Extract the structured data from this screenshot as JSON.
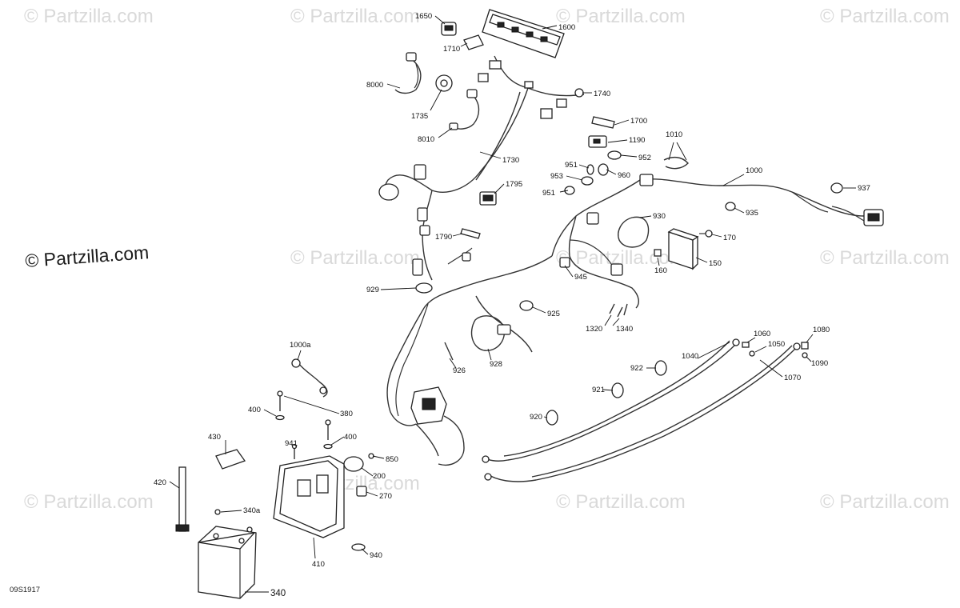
{
  "watermark": "© Partzilla.com",
  "brand_label": "© Partzilla.com",
  "diagram_code": "09S1917",
  "parts": {
    "p1650": "1650",
    "p1600": "1600",
    "p1710": "1710",
    "p8000": "8000",
    "p1740": "1740",
    "p1735": "1735",
    "p1700": "1700",
    "p8010": "8010",
    "p1190": "1190",
    "p1010": "1010",
    "p952": "952",
    "p1730": "1730",
    "p951a": "951",
    "p1000": "1000",
    "p953": "953",
    "p960": "960",
    "p1795": "1795",
    "p951b": "951",
    "p937": "937",
    "p935": "935",
    "p930": "930",
    "p170": "170",
    "p1790": "1790",
    "p150": "150",
    "p160": "160",
    "p945": "945",
    "p929": "929",
    "p925": "925",
    "p1320": "1320",
    "p1340": "1340",
    "p1060": "1060",
    "p1080": "1080",
    "p1050": "1050",
    "p1000a": "1000a",
    "p926": "926",
    "p928": "928",
    "p1040": "1040",
    "p1090": "1090",
    "p922": "922",
    "p1070": "1070",
    "p921": "921",
    "p380": "380",
    "p400a": "400",
    "p920": "920",
    "p430": "430",
    "p400b": "400",
    "p941": "941",
    "p850": "850",
    "p200": "200",
    "p420": "420",
    "p270": "270",
    "p340a": "340a",
    "p410": "410",
    "p940": "940",
    "p340": "340"
  }
}
